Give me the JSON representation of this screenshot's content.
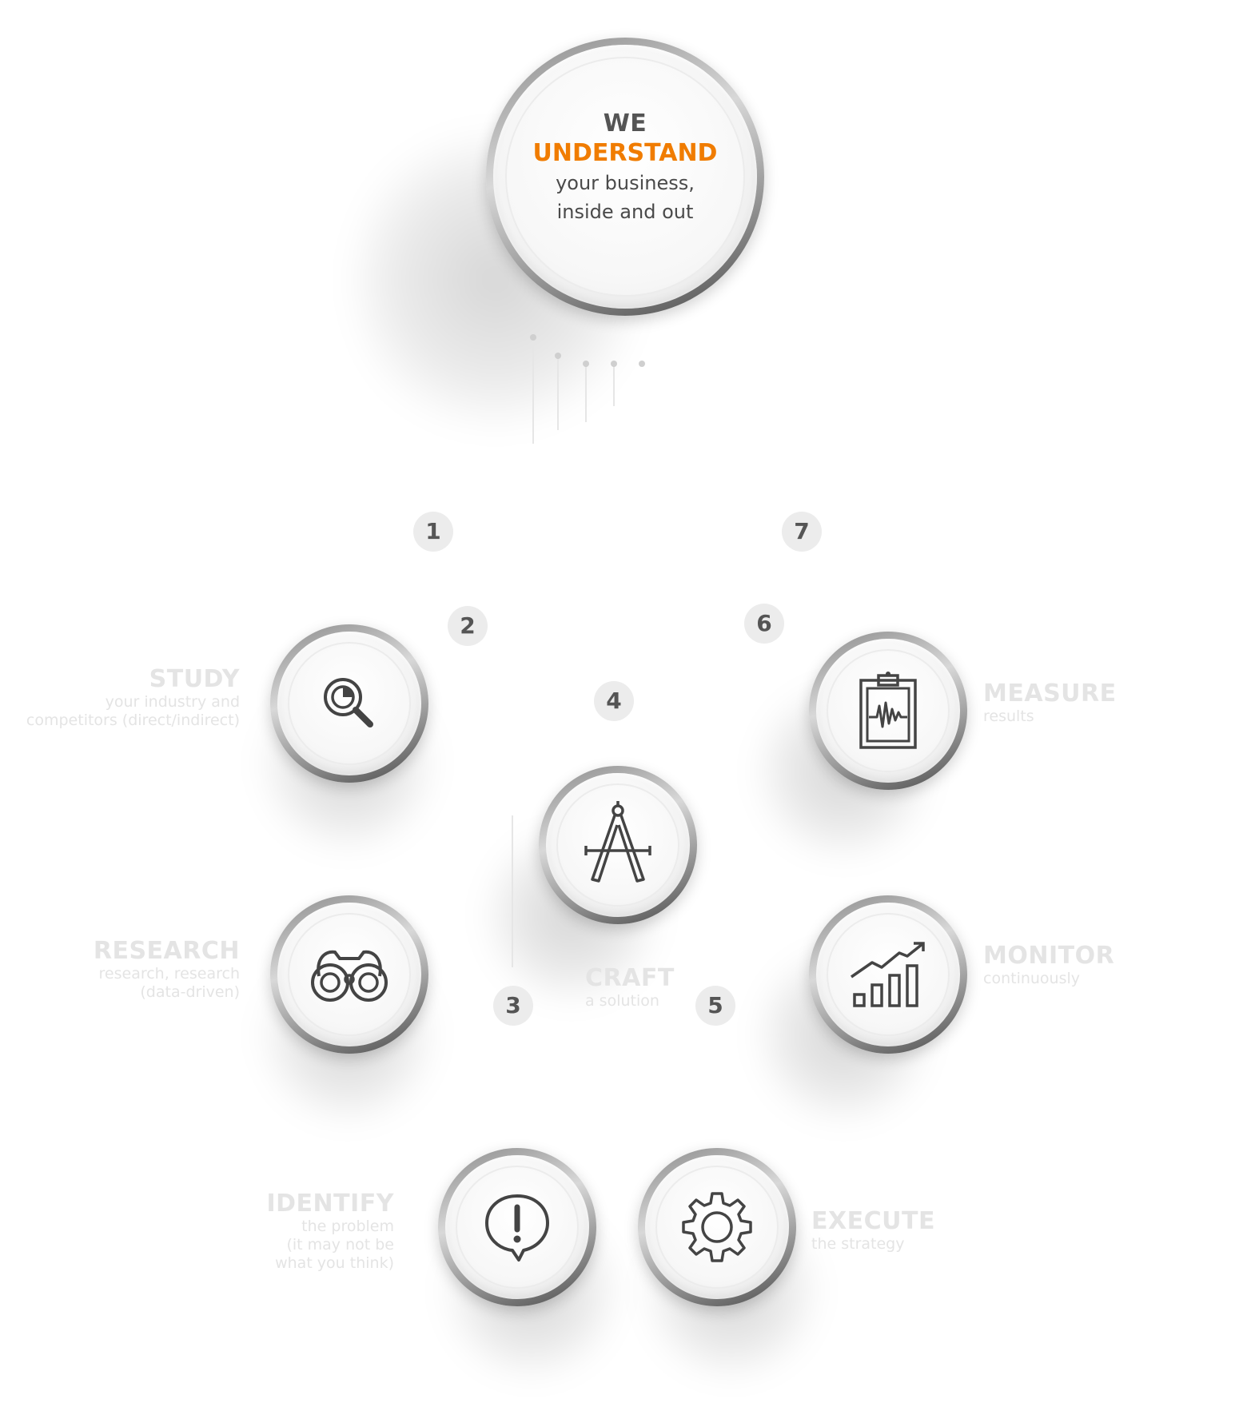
{
  "hero": {
    "line1": "WE",
    "line2": "UNDERSTAND",
    "line3": "your business,",
    "line4": "inside and out",
    "accent_color": "#f07c00"
  },
  "steps": [
    {
      "number": "1"
    },
    {
      "number": "2",
      "title": "STUDY",
      "desc1": "your industry and",
      "desc2": "competitors (direct/indirect)",
      "icon": "magnifier-chart-icon"
    },
    {
      "number": "3",
      "title": "RESEARCH",
      "desc1": "research, research",
      "desc2": "(data-driven)",
      "icon": "binoculars-icon"
    },
    {
      "number": "4",
      "title": "CRAFT",
      "desc1": "a solution",
      "icon": "drafting-compass-icon"
    },
    {
      "number": "5",
      "title": "EXECUTE",
      "desc1": "the strategy",
      "icon": "gear-icon"
    },
    {
      "number": "6",
      "title": "MONITOR",
      "desc1": "continuously",
      "icon": "growth-chart-icon"
    },
    {
      "number": "7",
      "title": "MEASURE",
      "desc1": "results",
      "icon": "clipboard-pulse-icon"
    },
    {
      "title": "IDENTIFY",
      "desc1": "the problem",
      "desc2": "(it may not be",
      "desc3": "what you think)",
      "icon": "exclamation-bubble-icon"
    }
  ]
}
